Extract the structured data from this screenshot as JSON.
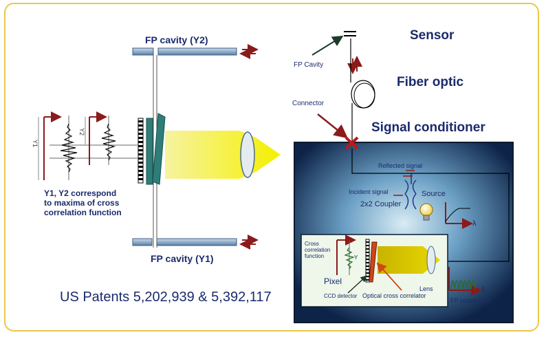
{
  "labels": {
    "fp_y2": "FP cavity (Y2)",
    "fp_y1": "FP cavity (Y1)",
    "y1_axis": "Y1",
    "y2_axis": "Y2",
    "caption_line1": "Y1, Y2 correspond",
    "caption_line2": "to maxima of cross",
    "caption_line3": "correlation function",
    "patents": "US Patents 5,202,939 & 5,392,117",
    "sensor": "Sensor",
    "fp_cavity": "FP Cavity",
    "fiber_optic": "Fiber optic",
    "connector": "Connector",
    "signal_conditioner": "Signal conditioner",
    "reflected_signal": "Reflected signal",
    "incident_signal": "Incident signal",
    "source": "Source",
    "coupler": "2x2 Coupler",
    "lambda1": "λ",
    "lambda2": "λ",
    "cc_line1": "Cross",
    "cc_line2": "correlation",
    "cc_line3": "function",
    "y_small": "Y",
    "pixel": "Pixel",
    "lens": "Lens",
    "ccd_detector": "CCD detector",
    "optical_cross_correlator": "Optical cross correlator",
    "fp_coded_light": "FP coded light"
  },
  "colors": {
    "frame": "#e8c84a",
    "arrow_red": "#8b1a1a",
    "teal": "#2e7d78",
    "navy": "#1a2a6c",
    "beam_yellow": "#f5f000"
  }
}
